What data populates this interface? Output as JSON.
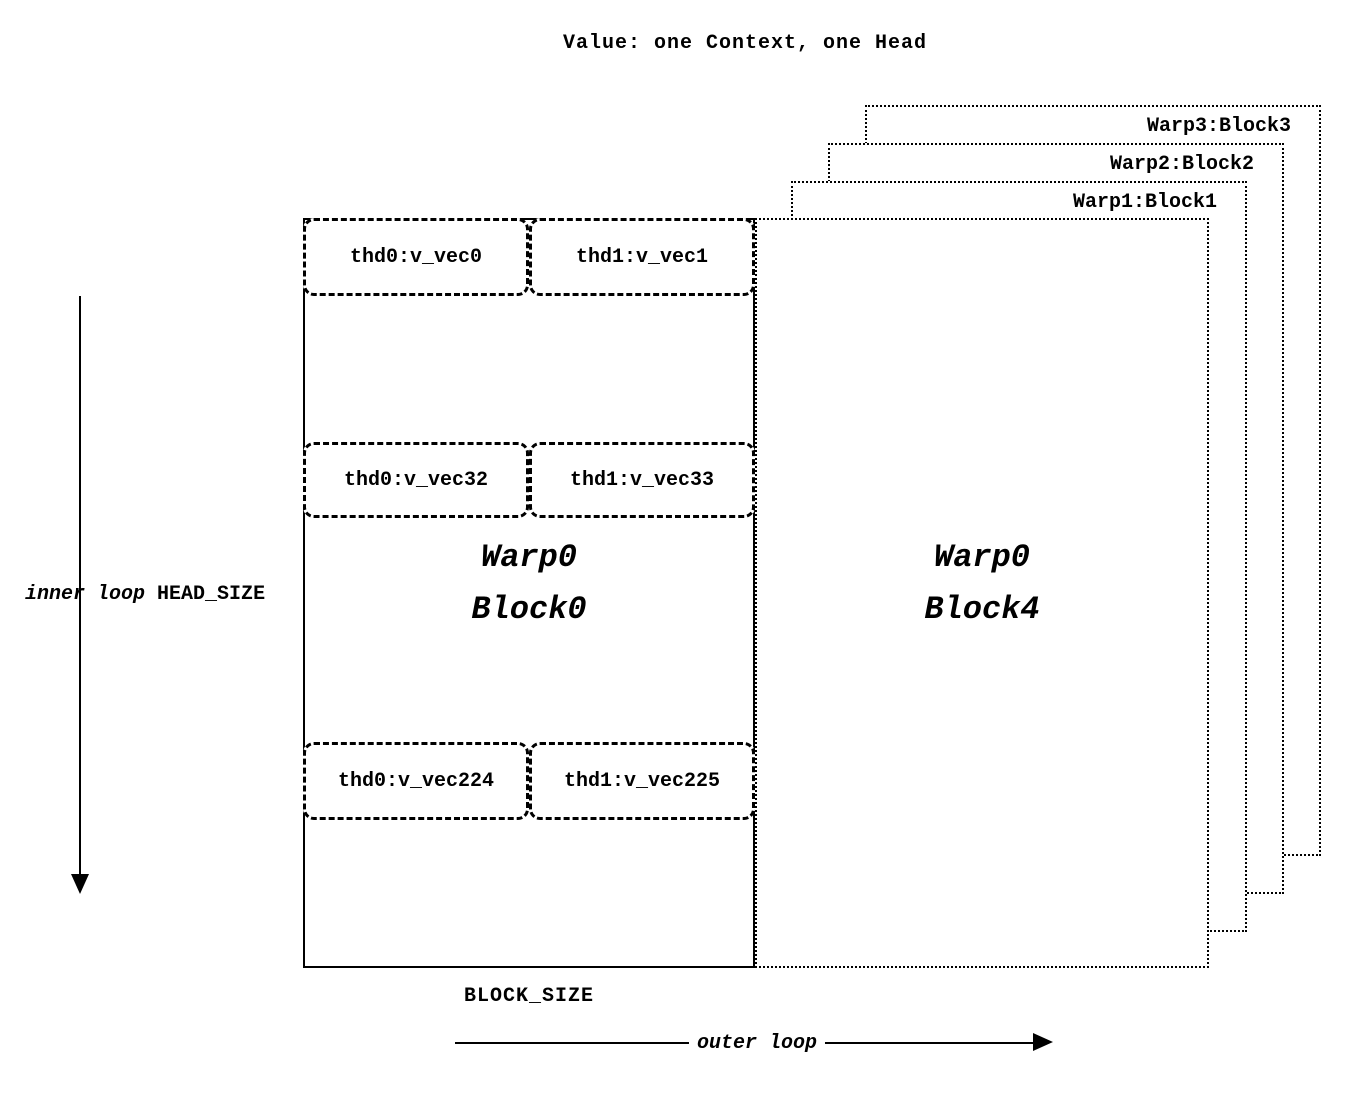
{
  "title": "Value: one Context, one Head",
  "colors": {
    "ink": "#000000",
    "background": "#ffffff"
  },
  "stacked_blocks": [
    {
      "label": "Warp1:Block1"
    },
    {
      "label": "Warp2:Block2"
    },
    {
      "label": "Warp3:Block3"
    }
  ],
  "front_block": {
    "line1": "Warp0",
    "line2": "Block4"
  },
  "main_block": {
    "line1": "Warp0",
    "line2": "Block0",
    "rows": [
      [
        "thd0:v_vec0",
        "thd1:v_vec1"
      ],
      [
        "thd0:v_vec32",
        "thd1:v_vec33"
      ],
      [
        "thd0:v_vec224",
        "thd1:v_vec225"
      ]
    ]
  },
  "labels": {
    "inner_loop": "inner loop",
    "head_size": "HEAD_SIZE",
    "block_size": "BLOCK_SIZE",
    "outer_loop": "outer loop"
  }
}
